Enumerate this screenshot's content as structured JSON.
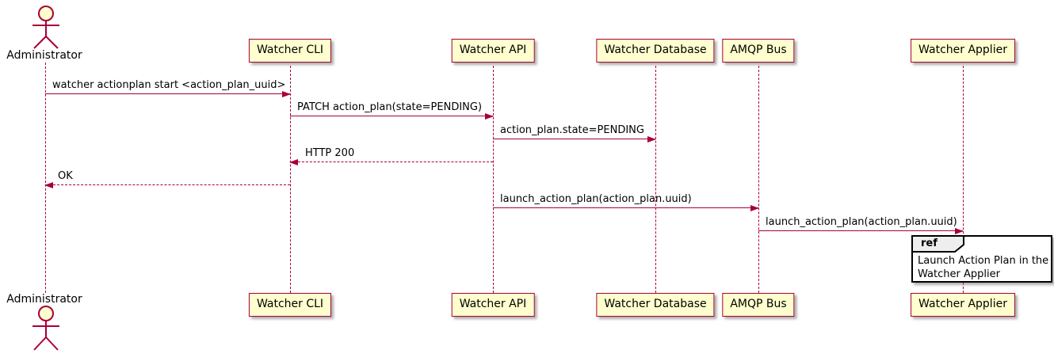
{
  "diagram": {
    "type": "uml-sequence-diagram",
    "actor": {
      "name": "Administrator"
    },
    "participants": [
      {
        "name": "Watcher CLI"
      },
      {
        "name": "Watcher API"
      },
      {
        "name": "Watcher Database"
      },
      {
        "name": "AMQP Bus"
      },
      {
        "name": "Watcher Applier"
      }
    ],
    "messages": [
      {
        "from": "Administrator",
        "to": "Watcher CLI",
        "style": "solid",
        "text": "watcher actionplan start <action_plan_uuid>"
      },
      {
        "from": "Watcher CLI",
        "to": "Watcher API",
        "style": "solid",
        "text": "PATCH action_plan(state=PENDING)"
      },
      {
        "from": "Watcher API",
        "to": "Watcher Database",
        "style": "solid",
        "text": "action_plan.state=PENDING"
      },
      {
        "from": "Watcher API",
        "to": "Watcher CLI",
        "style": "dashed",
        "text": "HTTP 200"
      },
      {
        "from": "Watcher CLI",
        "to": "Administrator",
        "style": "dashed",
        "text": "OK"
      },
      {
        "from": "Watcher API",
        "to": "AMQP Bus",
        "style": "solid",
        "text": "launch_action_plan(action_plan.uuid)"
      },
      {
        "from": "AMQP Bus",
        "to": "Watcher Applier",
        "style": "solid",
        "text": "launch_action_plan(action_plan.uuid)"
      }
    ],
    "ref": {
      "keyword": "ref",
      "over": "Watcher Applier",
      "lines": [
        "Launch Action Plan in the",
        "Watcher Applier"
      ]
    },
    "colors": {
      "participant_fill": "#FEFECE",
      "participant_border": "#A80036",
      "line_color": "#A80036",
      "text_color": "#000000",
      "ref_border": "#000000",
      "ref_header_fill": "#EEEEEE"
    }
  }
}
